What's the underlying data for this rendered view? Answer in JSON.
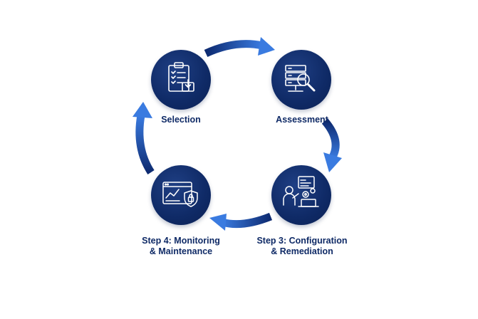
{
  "steps": [
    {
      "id": "selection",
      "label": "Selection",
      "icon": "clipboard-checklist-icon"
    },
    {
      "id": "assessment",
      "label": "Assessment",
      "icon": "server-magnifier-icon"
    },
    {
      "id": "configuration",
      "label_line1": "Step 3: Configuration",
      "label_line2": "& Remediation",
      "icon": "engineer-gears-icon"
    },
    {
      "id": "monitoring",
      "label_line1": "Step 4: Monitoring",
      "label_line2": "& Maintenance",
      "icon": "dashboard-shield-icon"
    }
  ],
  "colors": {
    "node": "#0f2a66",
    "arrow_dark": "#0d2a70",
    "arrow_light": "#3f7fe0",
    "label": "#0f2a66",
    "icon": "#ffffff"
  }
}
